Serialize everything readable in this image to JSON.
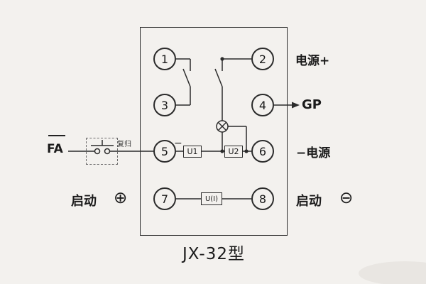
{
  "diagram": {
    "title": "JX-32型",
    "terminals": [
      "1",
      "2",
      "3",
      "4",
      "5",
      "6",
      "7",
      "8"
    ],
    "blocks": {
      "u1": "U1",
      "u2": "U2",
      "ui": "U(I)"
    },
    "labels": {
      "power_plus": "电源+",
      "gp": "GP",
      "power_minus": "−电源",
      "start_left": "启动",
      "start_right": "启动",
      "fa": "FA",
      "reset": "复归",
      "polarity_minus": "−"
    },
    "icons": {
      "start_plus": "⊕",
      "start_minus": "⊖",
      "lamp": "indicator-lamp"
    },
    "colors": {
      "background": "#f3f1ee",
      "line": "#2b2b2b",
      "text": "#1b1b1b"
    }
  }
}
